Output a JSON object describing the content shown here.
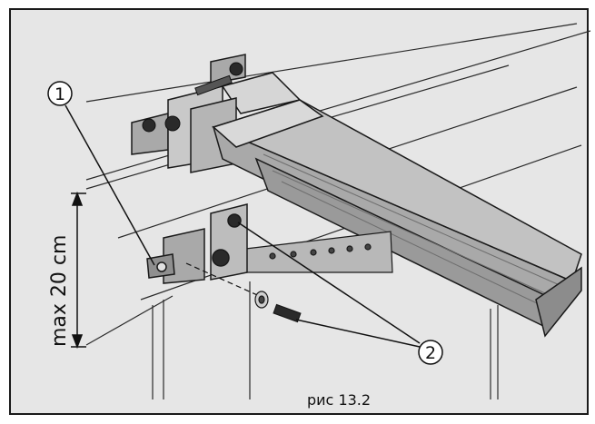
{
  "figure": {
    "caption": "рис 13.2",
    "dimension_label": "max 20 cm",
    "callouts": [
      {
        "number": "1"
      },
      {
        "number": "2"
      }
    ],
    "colors": {
      "background": "#e6e6e6",
      "frame": "#1a1a1a",
      "metal_light": "#c9c9c9",
      "metal_mid": "#a9a9a9",
      "metal_dark": "#7f7f7f",
      "bolt": "#2a2a2a"
    }
  }
}
